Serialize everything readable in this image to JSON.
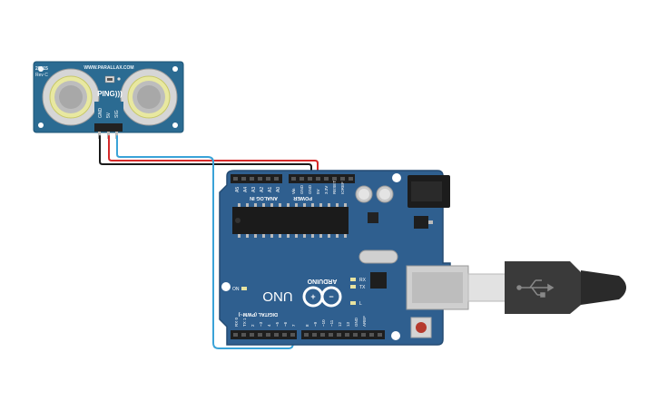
{
  "ping_sensor": {
    "model": "28015",
    "revision": "Rev C",
    "url": "WWW.PARALLAX.COM",
    "brand": "PING)))",
    "pin_labels": [
      "GND",
      "5V",
      "SIG"
    ]
  },
  "arduino": {
    "name": "UNO",
    "brand": "ARDUINO",
    "analog_header_label": "ANALOG IN",
    "power_header_label": "POWER",
    "analog_pins": [
      "A5",
      "A4",
      "A3",
      "A2",
      "A1",
      "A0"
    ],
    "power_pins": [
      "Vin",
      "GND",
      "GND",
      "5V",
      "3.3V",
      "RESET",
      "IOREF"
    ],
    "digital_header_label": "DIGITAL (PWM~)",
    "digital_pins_low": [
      "RX 0",
      "TX 1",
      "2",
      "~3",
      "4",
      "~5",
      "~6",
      "7"
    ],
    "digital_pins_high": [
      "8",
      "~9",
      "~10",
      "~11",
      "12",
      "13",
      "GND",
      "AREF"
    ],
    "led_labels": [
      "RX",
      "TX",
      "L",
      "ON"
    ]
  },
  "colors": {
    "board": "#2f5f8f",
    "board_edge": "#254c73",
    "sensor_pcb": "#2b6b92",
    "wire_gnd": "#1a1a1a",
    "wire_5v": "#d52a2a",
    "wire_sig": "#3aa3d8",
    "usb_plug": "#3a3a3a"
  }
}
